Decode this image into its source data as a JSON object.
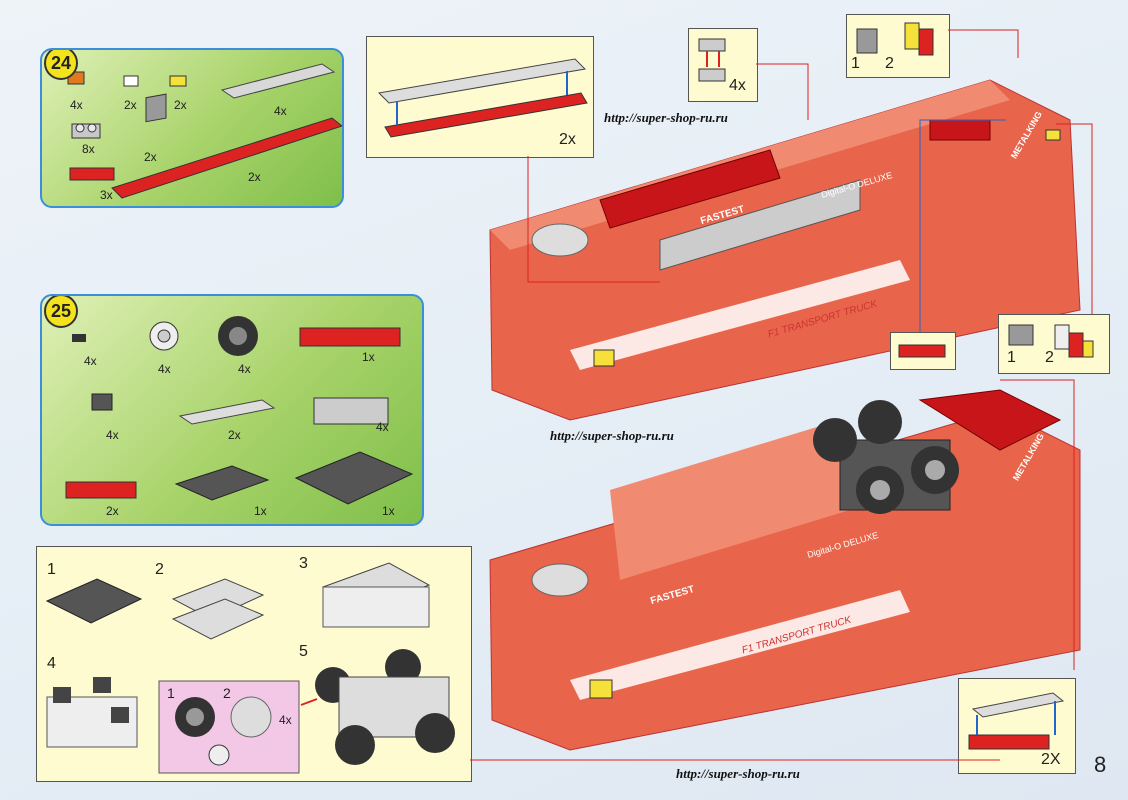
{
  "page_number": "8",
  "watermark_url": "http://super-shop-ru.ru",
  "step24": {
    "badge": "24",
    "quantities": {
      "orange_tile": "4x",
      "white_tile": "2x",
      "yellow_tile": "2x",
      "long_grey_tile": "4x",
      "grey_plate_1x2": "8x",
      "clip_plate": "2x",
      "red_plate_1x3": "3x",
      "long_red_plate": "2x"
    }
  },
  "step25": {
    "badge": "25",
    "quantities": {
      "pin": "4x",
      "rim": "4x",
      "tire": "4x",
      "red_plate_long": "1x",
      "hinge_plate": "4x",
      "grey_tile": "2x",
      "grey_brick": "4x",
      "red_plate": "2x",
      "dark_plate": "1x",
      "dark_plate_large": "1x"
    }
  },
  "subassembly": {
    "labels": [
      "1",
      "2",
      "3",
      "4",
      "5"
    ],
    "inset_labels": [
      "1",
      "2"
    ],
    "inset_qty": "4x"
  },
  "callouts": {
    "top_long_tile": {
      "qty": "2x"
    },
    "top_grey_plates": {
      "qty": "4x"
    },
    "top_right_clip": {
      "labels": [
        "1",
        "2"
      ]
    },
    "mid_right_clip": {
      "labels": [
        "1",
        "2"
      ]
    },
    "bottom_right_tile": {
      "qty": "2X"
    }
  },
  "truck_text": {
    "brand": "METALKING",
    "label1": "FASTEST",
    "label2": "Digital-O DELUXE",
    "label3": "F1 TRANSPORT TRUCK"
  }
}
